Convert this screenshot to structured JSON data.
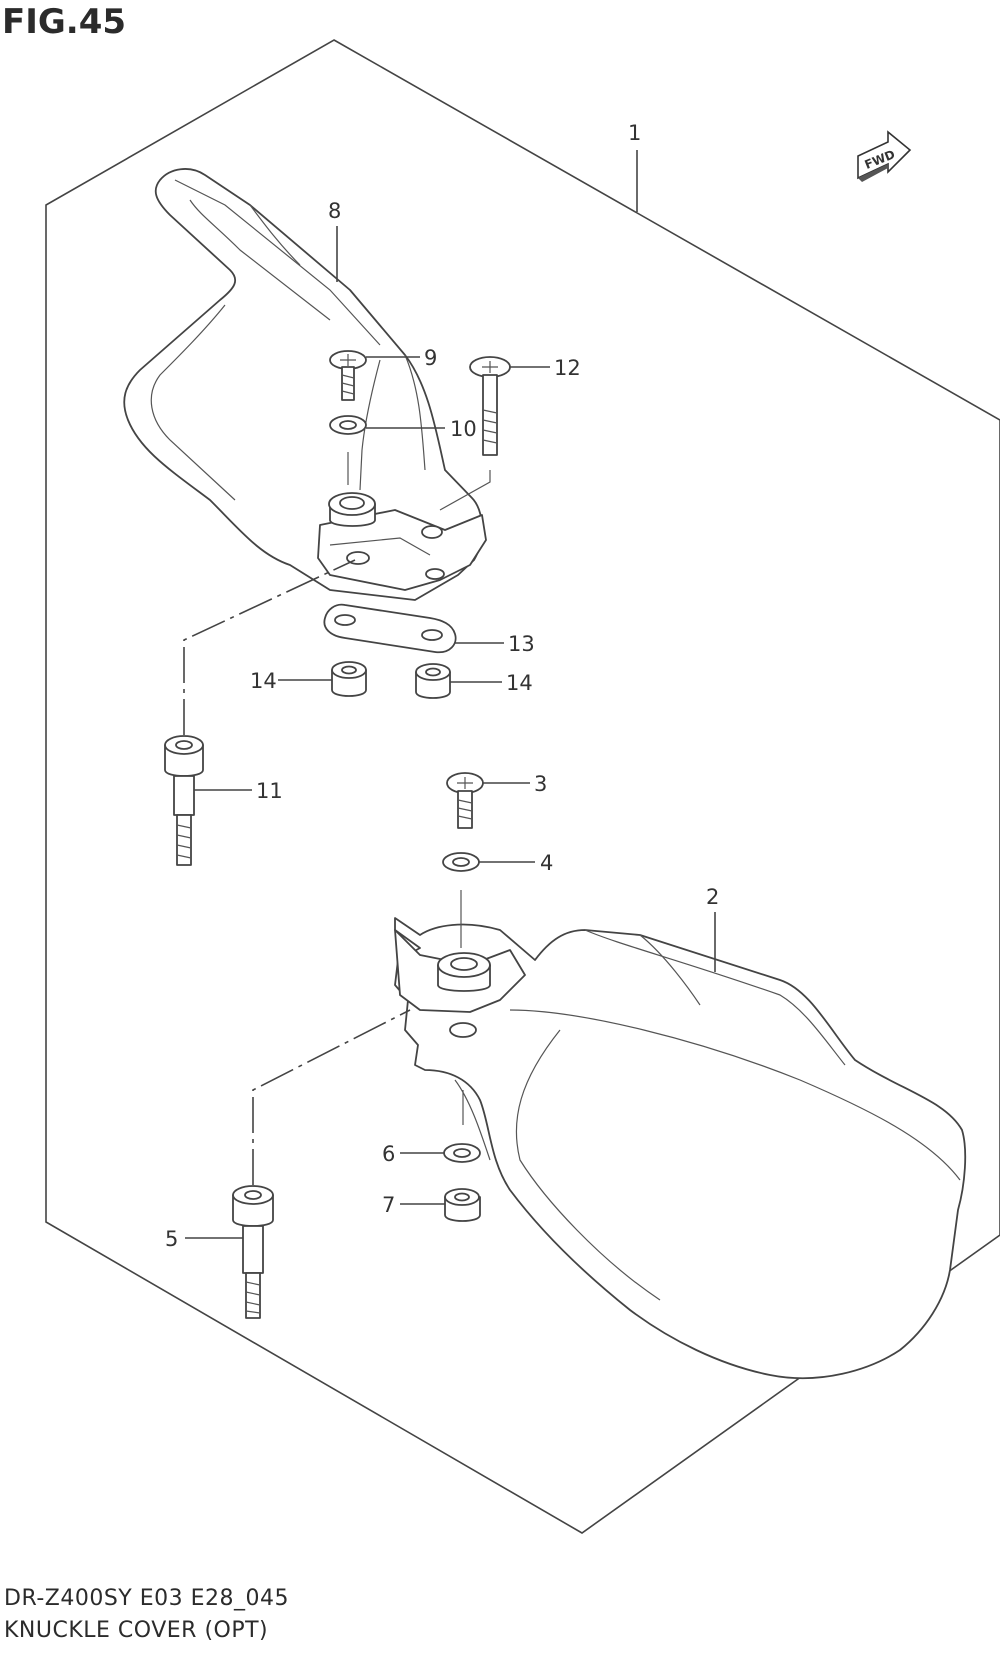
{
  "figure": {
    "title": "FIG.45"
  },
  "caption": {
    "model_line": "DR-Z400SY E03 E28_045",
    "name_line": "KNUCKLE COVER (OPT)"
  },
  "fwd_label": "FWD",
  "callouts": [
    "1",
    "2",
    "3",
    "4",
    "5",
    "6",
    "7",
    "8",
    "9",
    "10",
    "11",
    "12",
    "13",
    "14",
    "14"
  ]
}
